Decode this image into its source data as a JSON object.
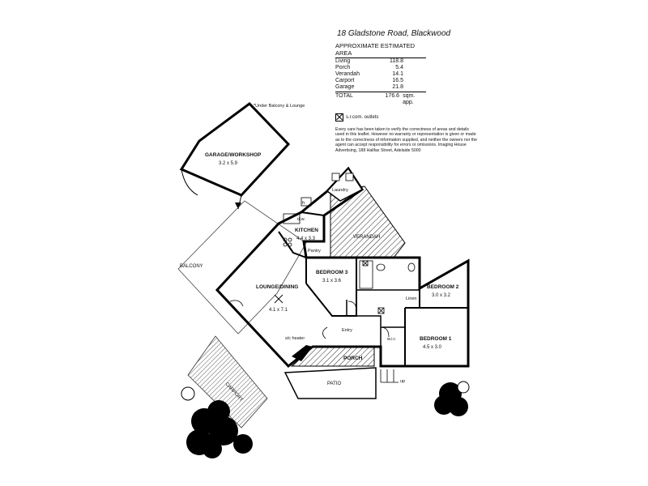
{
  "header": {
    "address": "18 Gladstone Road, Blackwood",
    "area_heading": "APPROXIMATE ESTIMATED AREA",
    "areas": [
      {
        "label": "Living",
        "value": "118.8"
      },
      {
        "label": "Porch",
        "value": "5.4"
      },
      {
        "label": "Verandah",
        "value": "14.1"
      },
      {
        "label": "Carport",
        "value": "16.5"
      },
      {
        "label": "Garage",
        "value": "21.8"
      }
    ],
    "total_label": "TOTAL",
    "total_value": "176.6",
    "total_unit": "sqm. app.",
    "outlet_legend": "s.r.com. outlets",
    "disclaimer": "Every care has been taken to verify the correctness of areas and details used in this leaflet. However no warranty or representation is given or made as to the correctness of information supplied, and neither the owners nor the agent can accept responsibility for errors or omissions. Imaging House Advertising, 188 Halifax Street, Adelaide 5000"
  },
  "plan": {
    "under_note": "*Under Balcony & Lounge",
    "garage_name": "GARAGE/WORKSHOP",
    "garage_dims": "3.2 x 5.9",
    "balcony": "BALCONY",
    "kitchen_name": "KITCHEN",
    "kitchen_dims": "4.4 x 3.3",
    "laundry": "Laundry",
    "verandah": "VERANDAH",
    "pantry": "Pantry",
    "bed3_name": "BEDROOM 3",
    "bed3_dims": "3.1 x 3.6",
    "bed2_name": "BEDROOM 2",
    "bed2_dims": "3.0 x 3.2",
    "linen": "Linen",
    "lounge_name": "LOUNGE/DINING",
    "lounge_dims": "4.1 x 7.1",
    "heater": "s/c heater",
    "entry": "Entry",
    "wir": "w.i.r.",
    "bed1_name": "BEDROOM 1",
    "bed1_dims": "4.5 x 3.0",
    "porch": "PORCH",
    "patio": "PATIO",
    "up": "up",
    "carport": "CARPORT",
    "dw": "d.w.",
    "fridge": "fr."
  }
}
